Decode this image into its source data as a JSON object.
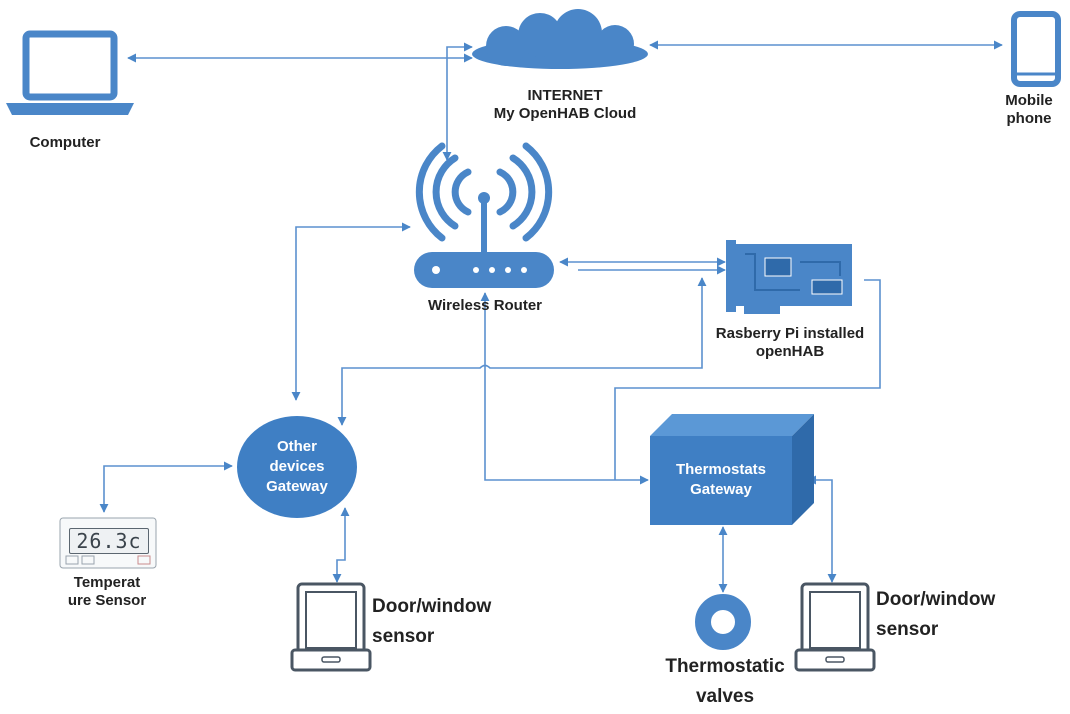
{
  "nodes": {
    "computer": "Computer",
    "internet_line1": "INTERNET",
    "internet_line2": "My OpenHAB Cloud",
    "mobile_line1": "Mobile",
    "mobile_line2": "phone",
    "router": "Wireless Router",
    "rpi_line1": "Rasberry Pi installed",
    "rpi_line2": "openHAB",
    "other_gw_line1": "Other",
    "other_gw_line2": "devices",
    "other_gw_line3": "Gateway",
    "thermo_gw_line1": "Thermostats",
    "thermo_gw_line2": "Gateway",
    "temp_line1": "Temperat",
    "temp_line2": "ure Sensor",
    "temp_reading": "26.3c",
    "door1_line1": "Door/window",
    "door1_line2": "sensor",
    "door2_line1": "Door/window",
    "door2_line2": "sensor",
    "valves_line1": "Thermostatic",
    "valves_line2": "valves"
  },
  "colors": {
    "accent": "#4a86c8",
    "line": "#5b91cf",
    "box_front": "#3f7fc4",
    "box_top": "#5b98d6",
    "box_side": "#2f6aaa",
    "device_stroke": "#4a5663"
  },
  "icons": {
    "computer": "laptop-icon",
    "mobile": "smartphone-icon",
    "cloud": "cloud-icon",
    "router": "wireless-router-icon",
    "rpi": "circuit-board-icon",
    "tablet": "tablet-icon",
    "valve": "ring-icon"
  }
}
